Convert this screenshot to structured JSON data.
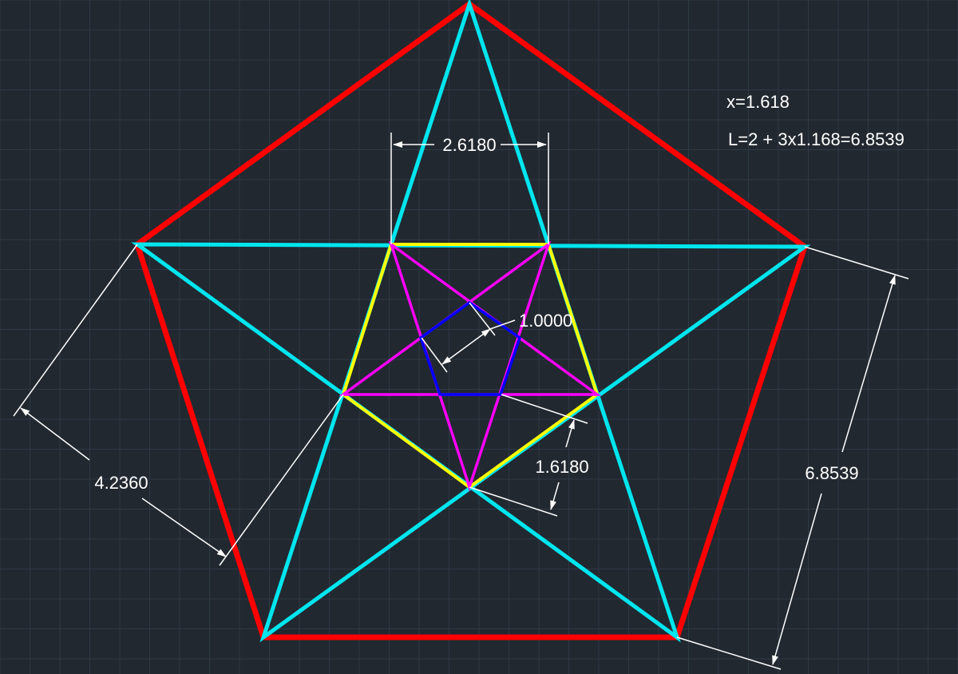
{
  "notes": {
    "x_value": "x=1.618",
    "length_formula": "L=2 + 3x1.168=6.8539"
  },
  "dimensions": {
    "top_width": "2.6180",
    "inner_side": "1.0000",
    "mid_segment": "1.6180",
    "left_segment": "4.2360",
    "right_side": "6.8539"
  },
  "colors": {
    "background": "#212830",
    "grid": "#2f3945",
    "outer_pentagon": "#ff0000",
    "outer_star": "#00e5ee",
    "yellow_pentagon": "#ffff00",
    "magenta_star": "#ff00ff",
    "inner_pentagon": "#0000ff",
    "dimension_lines": "#ffffff"
  }
}
